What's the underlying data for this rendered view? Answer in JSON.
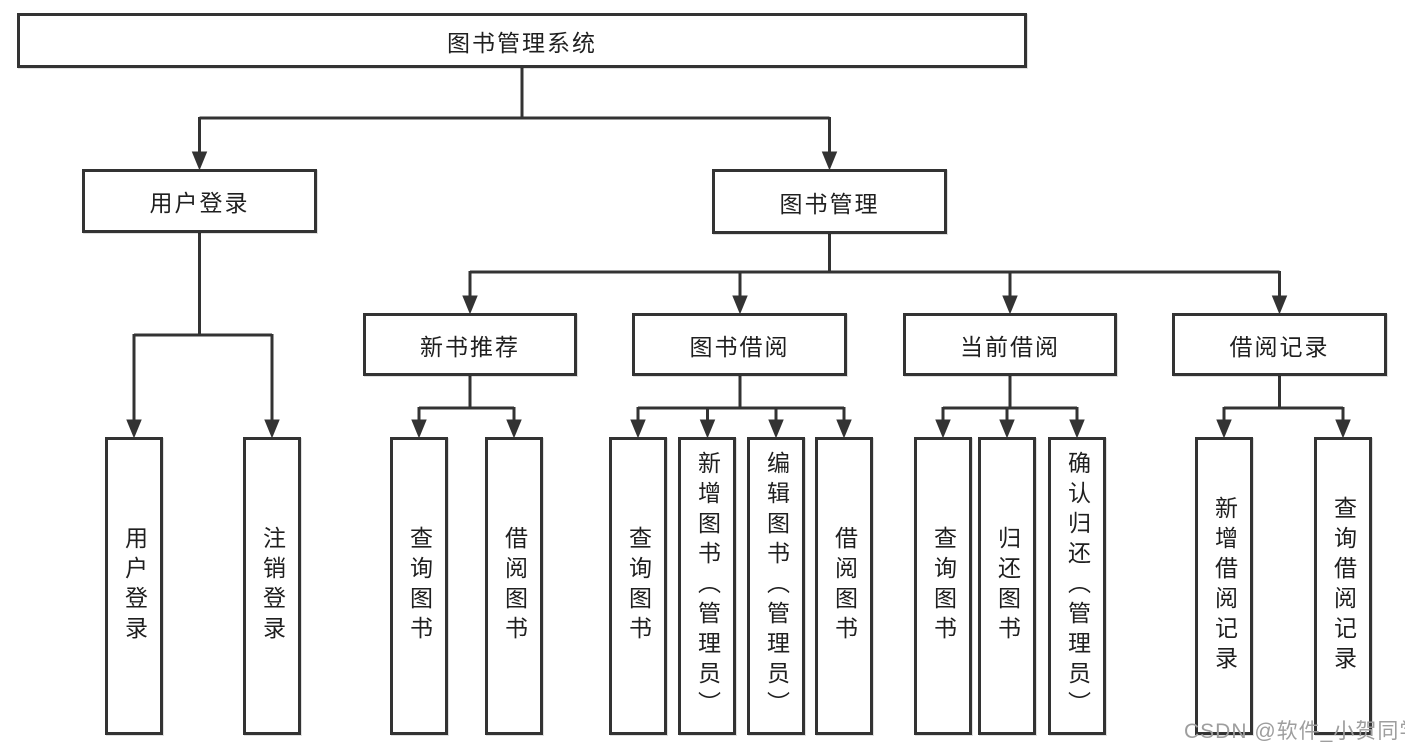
{
  "tree": {
    "root": {
      "label": "图书管理系统"
    },
    "level2": [
      {
        "label": "用户登录"
      },
      {
        "label": "图书管理"
      }
    ],
    "level3": [
      {
        "label": "新书推荐"
      },
      {
        "label": "图书借阅"
      },
      {
        "label": "当前借阅"
      },
      {
        "label": "借阅记录"
      }
    ],
    "leaf_groups": {
      "user_login": [
        "用户登录",
        "注销登录"
      ],
      "new_book_rec": [
        "查询图书",
        "借阅图书"
      ],
      "book_borrow": [
        "查询图书",
        "新增图书（管理员）",
        "编辑图书（管理员）",
        "借阅图书"
      ],
      "current_borrow": [
        "查询图书",
        "归还图书",
        "确认归还（管理员）"
      ],
      "borrow_records": [
        "新增借阅记录",
        "查询借阅记录"
      ]
    }
  },
  "watermark": "CSDN @软件_小贺同学",
  "colors": {
    "line": "#333333",
    "box_border": "#333333",
    "box_fill": "#ffffff",
    "text": "#1f1f1f",
    "watermark": "#9e9e9e",
    "background": "#ffffff"
  }
}
